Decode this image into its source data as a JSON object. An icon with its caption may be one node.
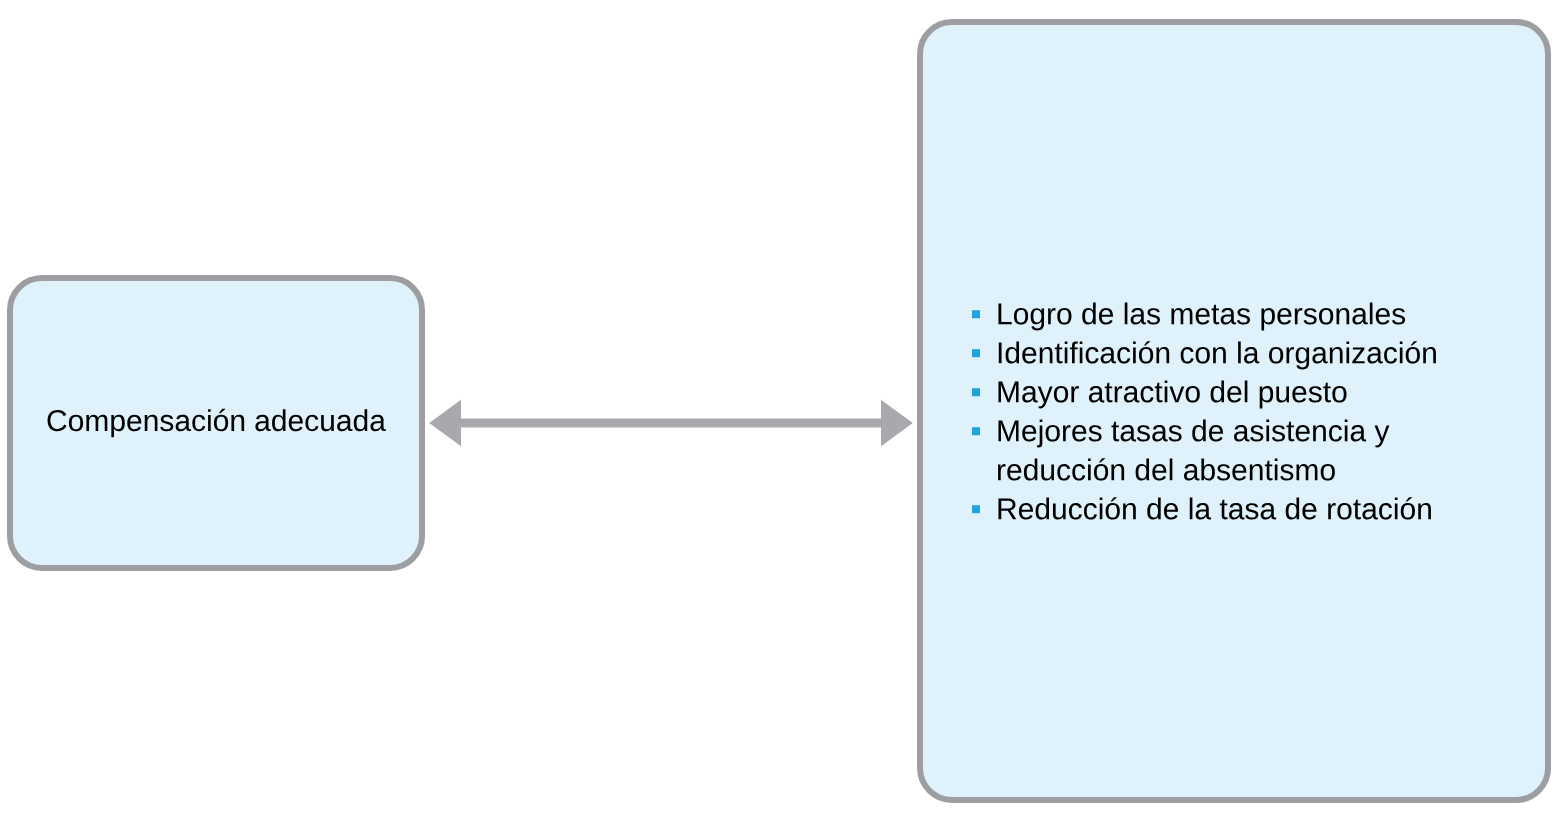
{
  "diagram": {
    "nodes": [
      {
        "text": [
          "Compensación adecuada"
        ]
      },
      {
        "text": [
          "Logro de las metas personales",
          "Identificación con la organización",
          "Mayor atractivo del puesto",
          "Mejores tasas de asistencia y reducción del absentismo",
          "Reducción de la tasa de rotación"
        ]
      }
    ],
    "edges": [
      {
        "from": 0,
        "to": 1,
        "arrow": "both"
      }
    ]
  }
}
